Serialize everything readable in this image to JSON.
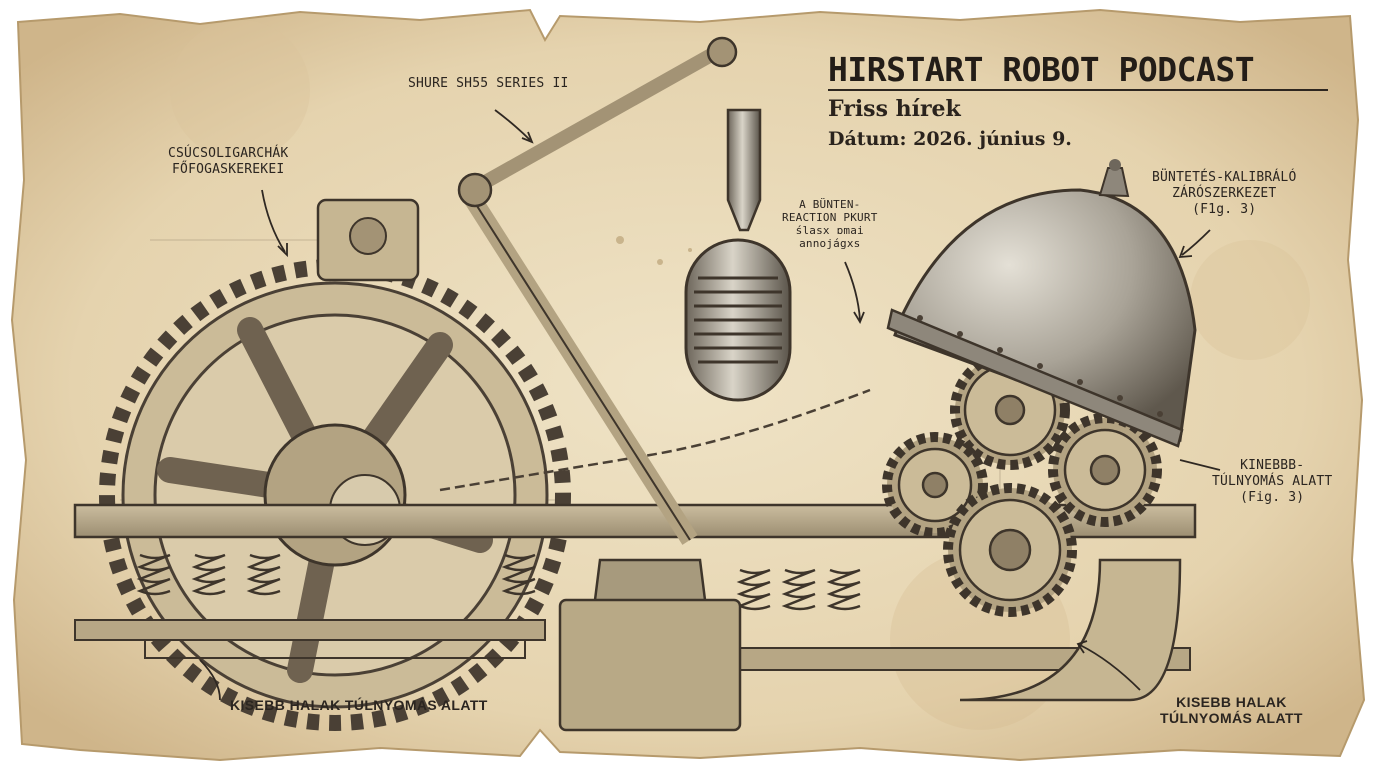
{
  "header": {
    "title": "HIRSTART ROBOT PODCAST",
    "subtitle": "Friss hírek",
    "date": "Dátum: 2026. június 9."
  },
  "annotations": {
    "microphone": "SHURE SH55 SERIES II",
    "oligarch_gears": [
      "CSÚCSOLIGARCHÁK",
      "FŐFOGASKEREKEI"
    ],
    "reaction": [
      "A BÜNTEN-",
      "REACTION PKURT",
      "ślasx ɒmai",
      "annojágxs"
    ],
    "dome": [
      "BÜNTETÉS-KALIBRÁLÓ",
      "ZÁRÓSZERKEZET",
      "(F1g. 3)"
    ],
    "small_gears": [
      "KINEBBB-",
      "TÚLNYOMÁS ALATT",
      "(Fig. 3)"
    ],
    "fish_left": "KISEBB HALAK TÚLNYOMÁS ALATT",
    "fish_right": [
      "KISEBB HALAK",
      "TÚLNYOMÁS ALATT"
    ]
  },
  "colors": {
    "paper": "#e9dbbd",
    "paper_edge": "#c9ad7e",
    "ink": "#3a322a",
    "metal": "#a8a294",
    "metal_dark": "#6e675c"
  },
  "icons": [
    "main-gear-icon",
    "microphone-icon",
    "dome-icon",
    "chain-icon",
    "spring-icon",
    "small-gear-icon"
  ]
}
